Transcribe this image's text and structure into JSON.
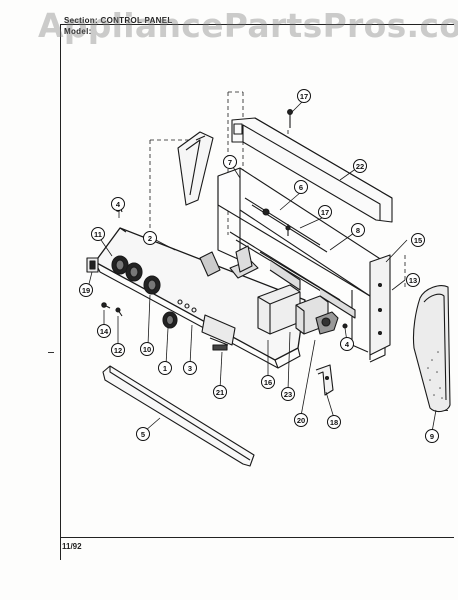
{
  "header": {
    "section_label": "Section:",
    "section_value": "CONTROL PANEL",
    "model_label": "Model:"
  },
  "watermark": "AppliancePartsPros.com",
  "footer": {
    "date": "11/92"
  },
  "callouts": [
    {
      "id": "c17a",
      "label": "17"
    },
    {
      "id": "c22",
      "label": "22"
    },
    {
      "id": "c7",
      "label": "7"
    },
    {
      "id": "c6",
      "label": "6"
    },
    {
      "id": "c17b",
      "label": "17"
    },
    {
      "id": "c8",
      "label": "8"
    },
    {
      "id": "c15",
      "label": "15"
    },
    {
      "id": "c13",
      "label": "13"
    },
    {
      "id": "c4a",
      "label": "4"
    },
    {
      "id": "c11",
      "label": "11"
    },
    {
      "id": "c2",
      "label": "2"
    },
    {
      "id": "c19",
      "label": "19"
    },
    {
      "id": "c14",
      "label": "14"
    },
    {
      "id": "c12",
      "label": "12"
    },
    {
      "id": "c10",
      "label": "10"
    },
    {
      "id": "c1",
      "label": "1"
    },
    {
      "id": "c3",
      "label": "3"
    },
    {
      "id": "c21",
      "label": "21"
    },
    {
      "id": "c16",
      "label": "16"
    },
    {
      "id": "c23",
      "label": "23"
    },
    {
      "id": "c20",
      "label": "20"
    },
    {
      "id": "c4b",
      "label": "4"
    },
    {
      "id": "c18",
      "label": "18"
    },
    {
      "id": "c9",
      "label": "9"
    },
    {
      "id": "c5",
      "label": "5"
    }
  ]
}
